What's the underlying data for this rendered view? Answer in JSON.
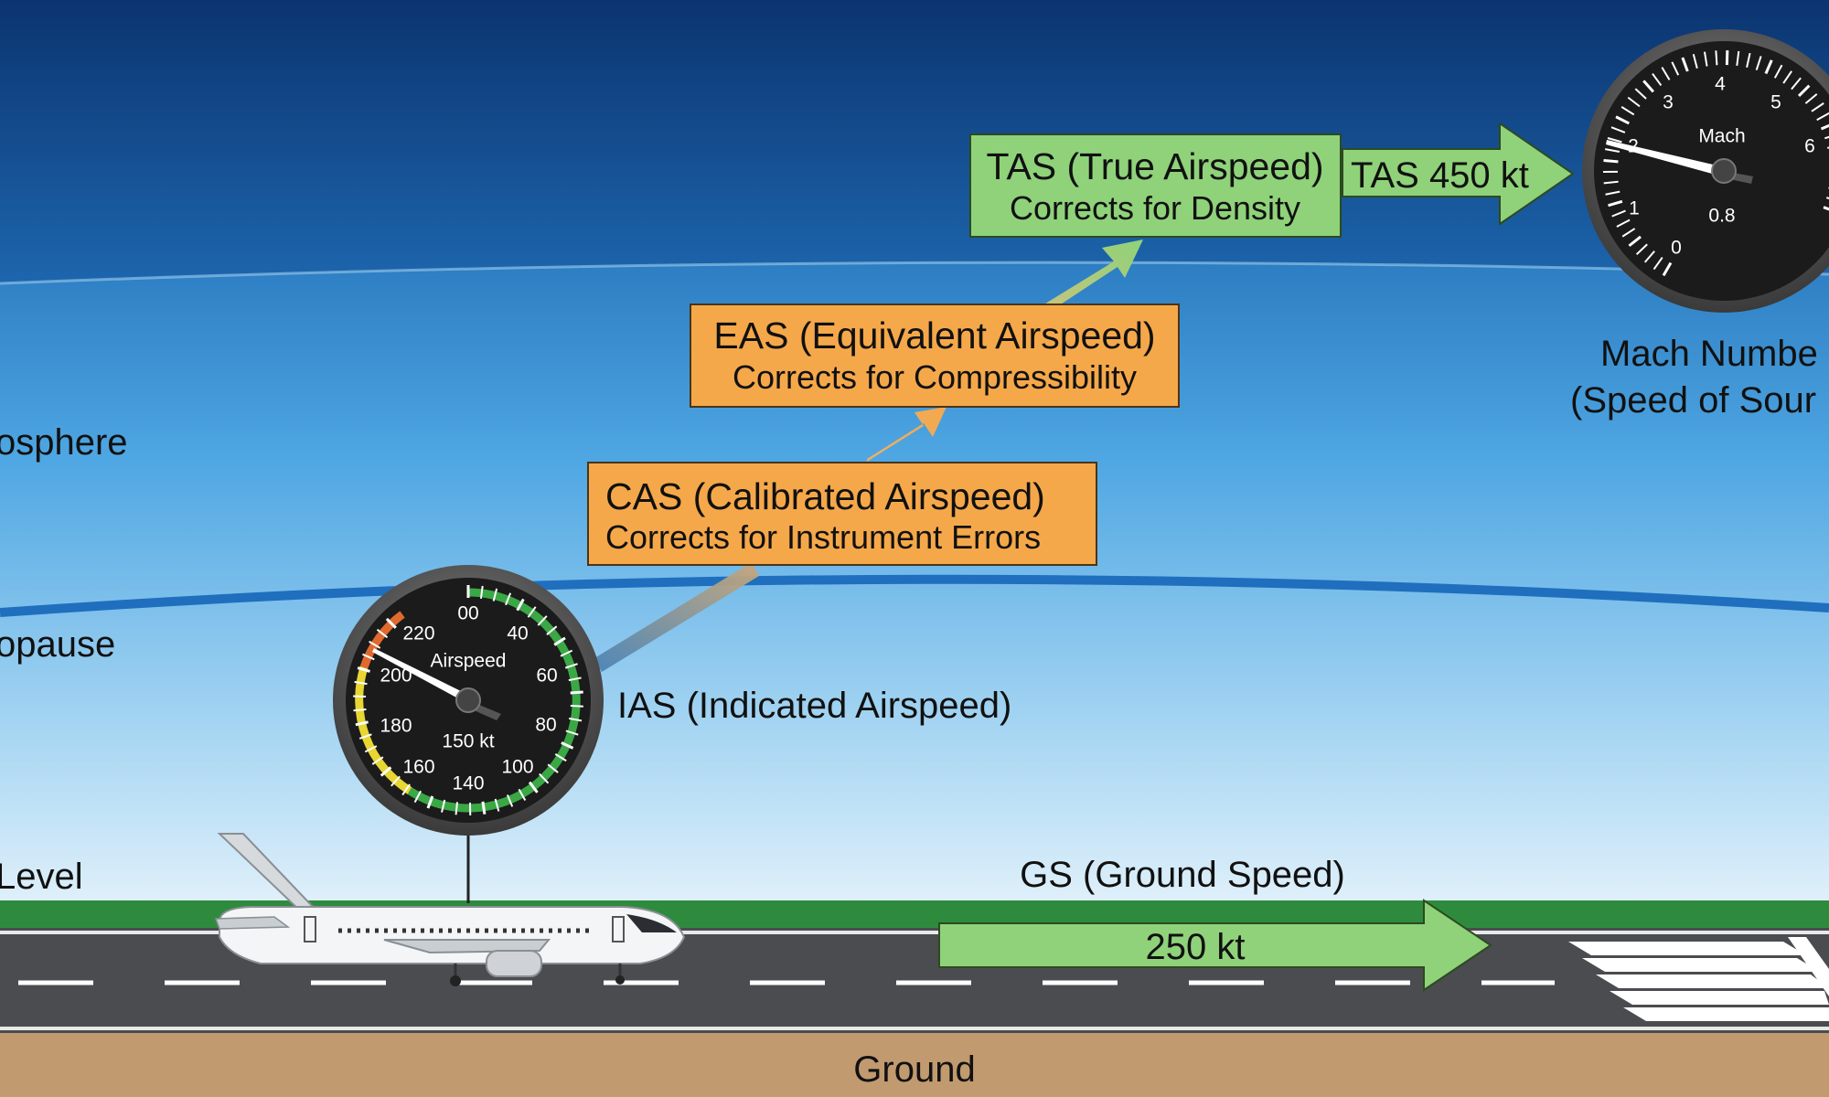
{
  "layers": {
    "stratosphere": "osphere",
    "tropopause": "opause",
    "sea_level": "Level",
    "ground": "Ground"
  },
  "boxes": {
    "cas": {
      "title": "CAS (Calibrated Airspeed)",
      "subtitle": "Corrects for Instrument Errors",
      "color": "#f5a84a"
    },
    "eas": {
      "title": "EAS (Equivalent Airspeed)",
      "subtitle": "Corrects for Compressibility",
      "color": "#f5a84a"
    },
    "tas": {
      "title": "TAS (True Airspeed)",
      "subtitle": "Corrects for Density",
      "color": "#8fd27a"
    }
  },
  "tas_arrow_label": "TAS 450 kt",
  "airspeed_gauge": {
    "caption": "Airspeed",
    "reading": "150 kt",
    "label": "IAS (Indicated Airspeed)",
    "ticks": [
      "00",
      "40",
      "60",
      "80",
      "100",
      "140",
      "160",
      "180",
      "200",
      "220"
    ]
  },
  "mach_gauge": {
    "caption": "Mach",
    "reading": "0.8",
    "label_line1": "Mach Numbe",
    "label_line2": "(Speed of Sour",
    "ticks": [
      "0",
      "1",
      "2",
      "3",
      "4",
      "5",
      "6"
    ]
  },
  "ground_speed": {
    "label": "GS (Ground Speed)",
    "value": "250 kt",
    "color": "#8fd27a"
  },
  "colors": {
    "sky_dark": "#0f3f7e",
    "sky_light": "#d8edf9",
    "grass": "#2e8b3e",
    "runway": "#4a4c4f",
    "ground": "#c29a70",
    "gauge_face": "#1b1b1b",
    "green_arc": "#3aa845",
    "yellow_arc": "#e8d632",
    "red_arc": "#e06a2e"
  }
}
